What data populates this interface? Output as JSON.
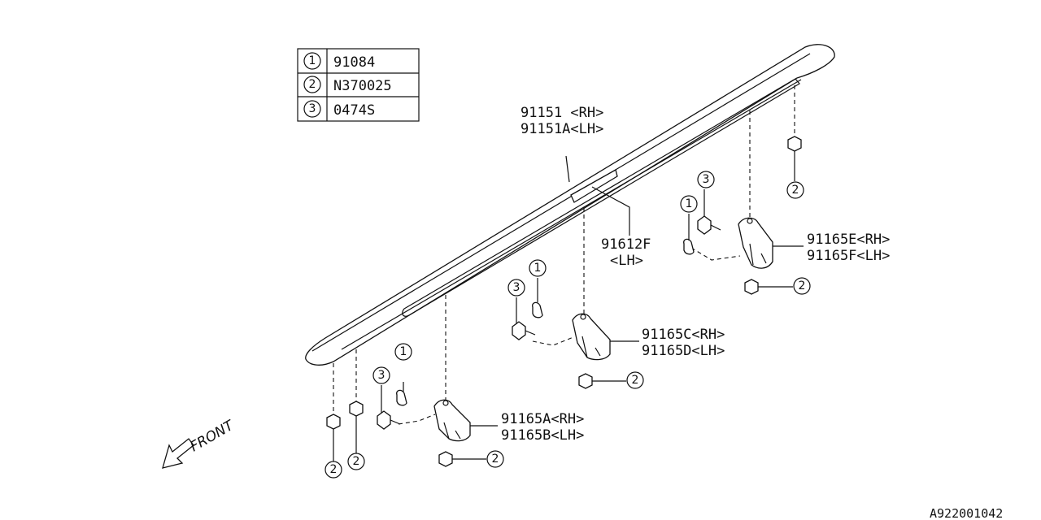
{
  "legend": [
    {
      "ref": "1",
      "part": "91084"
    },
    {
      "ref": "2",
      "part": "N370025"
    },
    {
      "ref": "3",
      "part": "0474S"
    }
  ],
  "labels": {
    "rail_rh": "91151  <RH>",
    "rail_lh": "91151A<LH>",
    "emblem_1": "91612F",
    "emblem_2": "<LH>",
    "bracket_ab_rh": "91165A<RH>",
    "bracket_ab_lh": "91165B<LH>",
    "bracket_cd_rh": "91165C<RH>",
    "bracket_cd_lh": "91165D<LH>",
    "bracket_ef_rh": "91165E<RH>",
    "bracket_ef_lh": "91165F<LH>"
  },
  "front": "FRONT",
  "diagram_code": "A922001042"
}
